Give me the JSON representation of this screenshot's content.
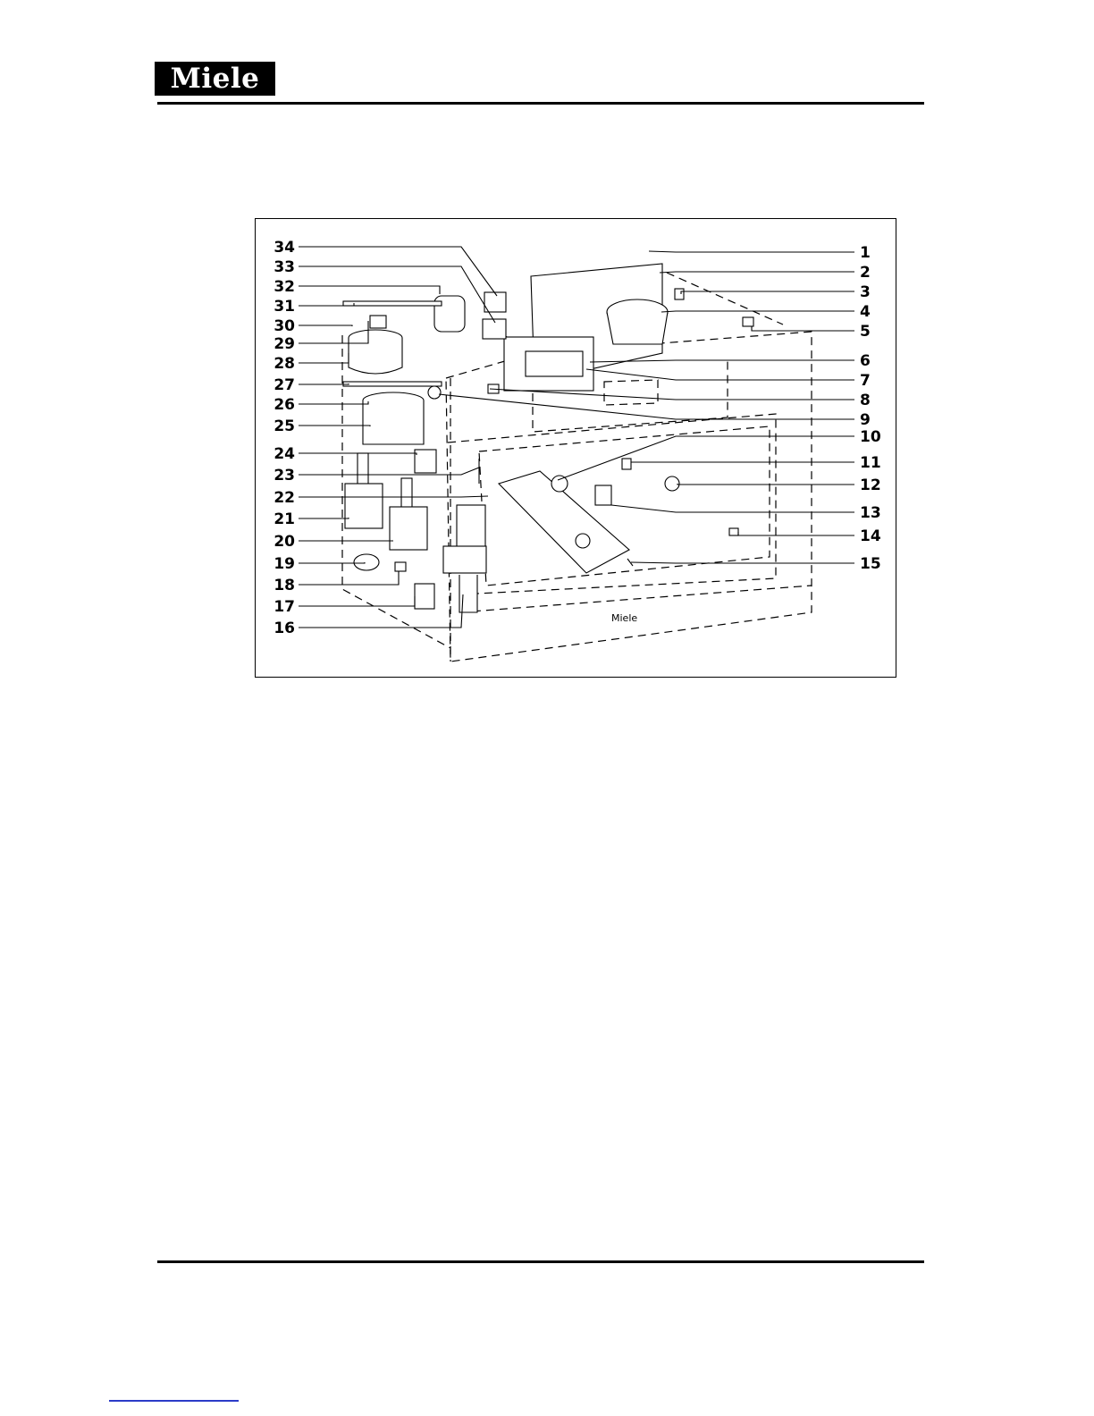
{
  "header": {
    "logo_text": "Miele"
  },
  "figure": {
    "callouts_right": [
      "1",
      "2",
      "3",
      "4",
      "5",
      "6",
      "7",
      "8",
      "9",
      "10",
      "11",
      "12",
      "13",
      "14",
      "15"
    ],
    "callouts_left": [
      "34",
      "33",
      "32",
      "31",
      "30",
      "29",
      "28",
      "27",
      "26",
      "25",
      "24",
      "23",
      "22",
      "21",
      "20",
      "19",
      "18",
      "17",
      "16"
    ],
    "cabinet_text": "Miele"
  },
  "colors": {
    "line": "#000000",
    "footer_link": "#2b3bc8"
  }
}
